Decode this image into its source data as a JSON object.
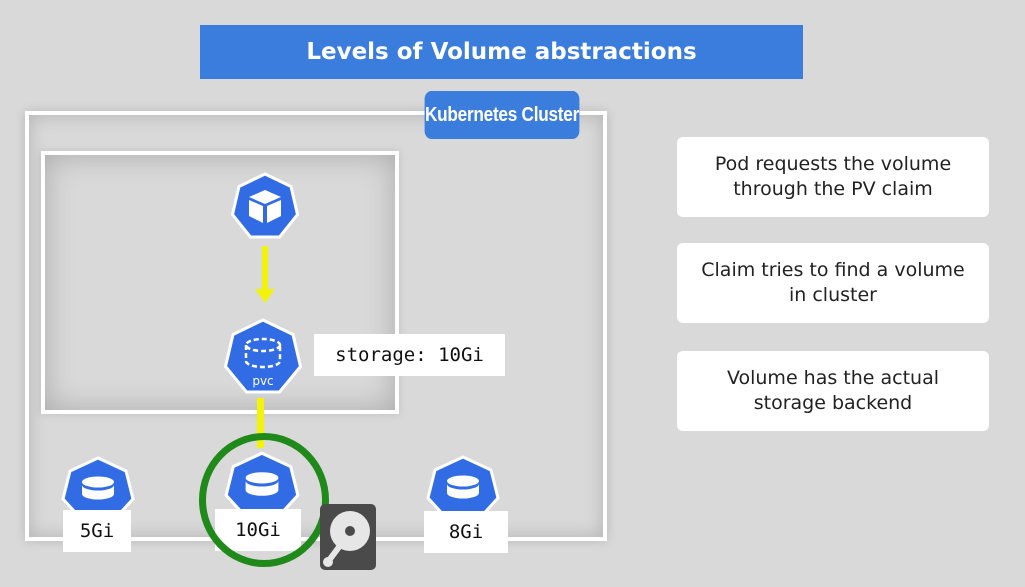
{
  "title": "Levels of Volume abstractions",
  "cluster": {
    "label": "Kubernetes Cluster"
  },
  "pvc": {
    "icon_text": "pvc",
    "storage_request": "storage: 10Gi"
  },
  "volumes": [
    {
      "size": "5Gi"
    },
    {
      "size": "10Gi"
    },
    {
      "size": "8Gi"
    }
  ],
  "notes": [
    {
      "text": "Pod requests the volume\nthrough the PV claim"
    },
    {
      "text": "Claim tries to find a volume\nin cluster"
    },
    {
      "text": "Volume has the actual\nstorage backend"
    }
  ],
  "colors": {
    "k8s_blue": "#326ce5",
    "banner_blue": "#3b7ddd",
    "arrow_yellow": "#f2f20a",
    "match_green": "#1f8a1a",
    "background": "#d9d9d9"
  },
  "icons": [
    "pod-icon",
    "pvc-icon",
    "persistent-volume-icon",
    "hard-disk-icon"
  ]
}
